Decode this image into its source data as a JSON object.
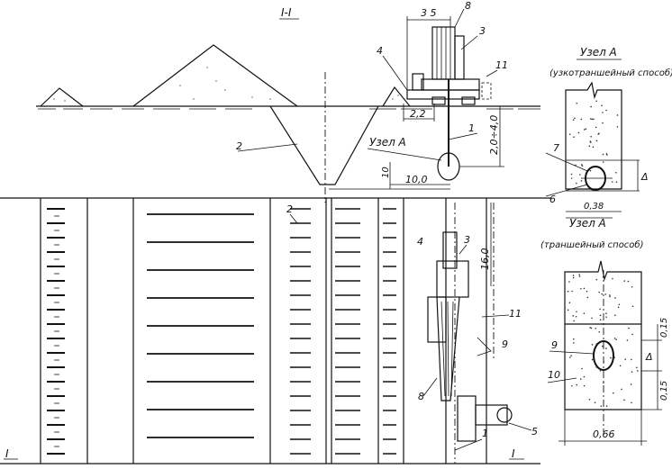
{
  "section_title": "I-I",
  "section": {
    "dim_top": "3 5",
    "dim_bench": "2,2",
    "dim_depth": "2,0÷4,0",
    "dim_offset": "10,0",
    "dim_small": "10",
    "node_label": "Узел А",
    "callouts": [
      "8",
      "3",
      "4",
      "11",
      "2",
      "1"
    ]
  },
  "plan": {
    "callouts": [
      "2",
      "4",
      "3",
      "16,0",
      "11",
      "9",
      "8",
      "5",
      "1"
    ],
    "section_mark_left": "I",
    "section_mark_right": "I"
  },
  "detail_narrow": {
    "title": "Узел А",
    "subtitle": "(узкотраншейный способ)",
    "callouts": [
      "7",
      "6"
    ],
    "width_dim": "0,38",
    "diameter_dim": "Δ"
  },
  "detail_trench": {
    "title": "Узел А",
    "subtitle": "(траншейный способ)",
    "callouts": [
      "9",
      "10"
    ],
    "width_dim": "0,66",
    "top_dim": "0,15",
    "bottom_dim": "0,15",
    "diameter_dim": "Δ"
  }
}
